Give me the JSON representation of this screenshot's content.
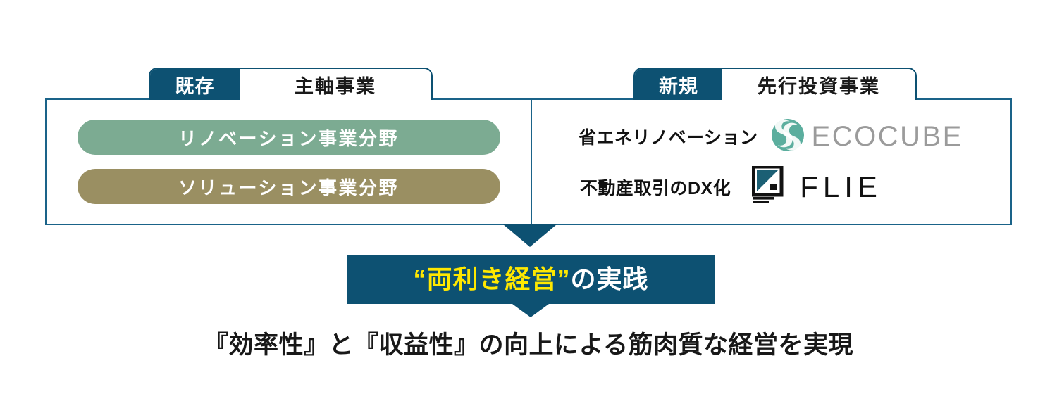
{
  "diagram": {
    "title_text": "“両利き経営”の実践",
    "colors": {
      "primary_blue": "#0d5172",
      "border_blue": "#1a6389",
      "pill_green": "#7cab92",
      "pill_gold": "#9a8f62",
      "highlight_yellow": "#ffe800",
      "ecocube_teal": "#5bae9e",
      "ecocube_gray": "#9b9b9b",
      "flie_teal": "#1b5f74",
      "flie_black": "#121212"
    },
    "columns": {
      "existing": {
        "badge": "既存",
        "label": "主軸事業",
        "pills": [
          {
            "text": "リノベーション事業分野",
            "color": "#7cab92"
          },
          {
            "text": "ソリューション事業分野",
            "color": "#9a8f62"
          }
        ]
      },
      "new": {
        "badge": "新規",
        "label": "先行投資事業",
        "brands": [
          {
            "caption": "省エネリノベーション",
            "logo_icon": "ecocube-swirl-icon",
            "wordmark": "ECOCUBE"
          },
          {
            "caption": "不動産取引のDX化",
            "logo_icon": "flie-square-icon",
            "wordmark": "FLIE"
          }
        ]
      }
    },
    "banner": {
      "quoted_open": "“",
      "highlight": "両利き経営",
      "quoted_close": "”",
      "suffix": "の実践"
    },
    "tagline": "『効率性』と『収益性』の向上による筋肉質な経営を実現"
  }
}
